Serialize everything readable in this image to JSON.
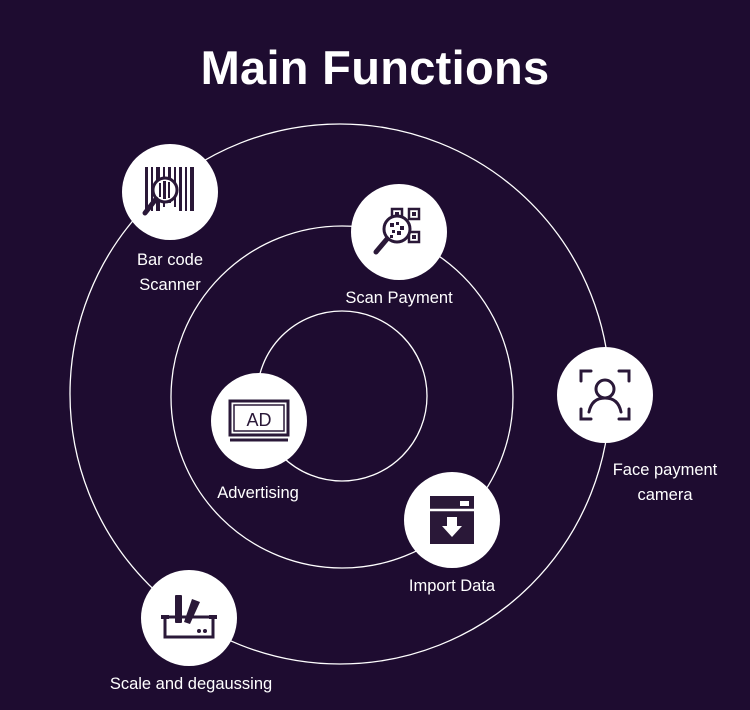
{
  "title": "Main Functions",
  "colors": {
    "background": "#1e0c30",
    "ring": "#ffffff",
    "icon_fill": "#2a1838"
  },
  "functions": [
    {
      "icon": "barcode-scanner-icon",
      "label_line1": "Bar code",
      "label_line2": "Scanner"
    },
    {
      "icon": "qr-scan-icon",
      "label": "Scan Payment"
    },
    {
      "icon": "face-id-icon",
      "label_line1": "Face payment",
      "label_line2": "camera"
    },
    {
      "icon": "ad-screen-icon",
      "label": "Advertising",
      "icon_text": "AD"
    },
    {
      "icon": "import-data-icon",
      "label": "Import Data"
    },
    {
      "icon": "scale-degauss-icon",
      "label": "Scale and degaussing"
    }
  ]
}
